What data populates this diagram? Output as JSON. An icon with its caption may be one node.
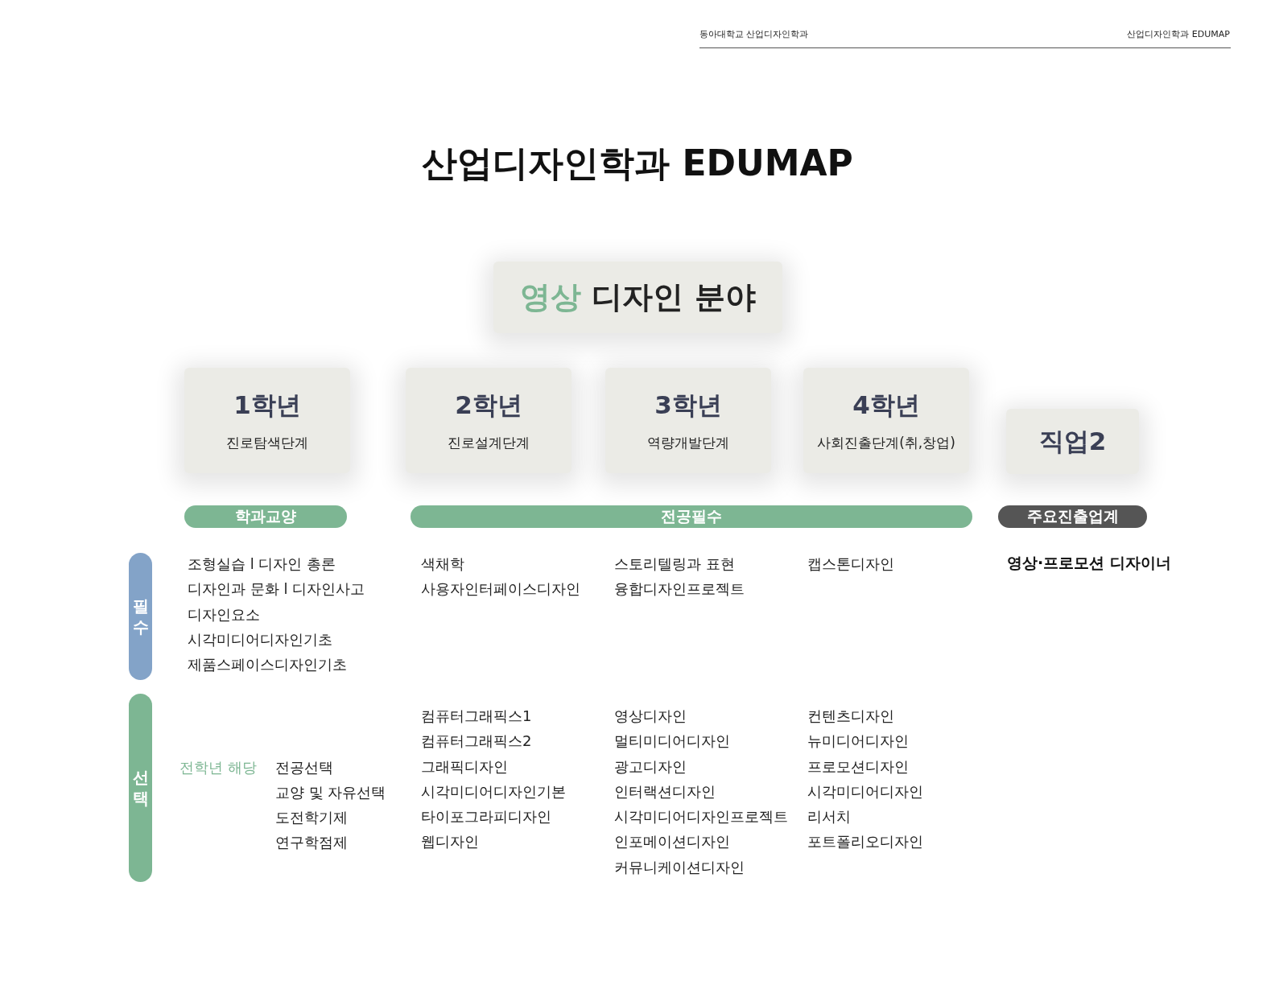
{
  "diagram": {
    "title": "산업디자인학과 EDUMAP",
    "nodes": [
      {
        "text": [
          "영상 디자인 분야"
        ]
      },
      {
        "text": [
          "1학년",
          "진로탐색단계"
        ]
      },
      {
        "text": [
          "2학년",
          "진로설계단계"
        ]
      },
      {
        "text": [
          "3학년",
          "역량개발단계"
        ]
      },
      {
        "text": [
          "4학년",
          "사회진출단계(취,창업)"
        ]
      },
      {
        "text": [
          "직업2"
        ]
      },
      {
        "text": [
          "학과교양"
        ]
      },
      {
        "text": [
          "전공필수"
        ]
      },
      {
        "text": [
          "주요진출업계"
        ]
      },
      {
        "text": [
          "필수"
        ]
      },
      {
        "text": [
          "선택"
        ]
      }
    ],
    "edges": [],
    "labels": [
      "동아대학교 산업디자인학과",
      "산업디자인학과 EDUMAP",
      "조형실습 l 디자인 총론",
      "디자인과 문화 l 디자인사고",
      "디자인요소",
      "시각미디어디자인기초",
      "제품스페이스디자인기초",
      "색채학",
      "사용자인터페이스디자인",
      "스토리텔링과 표현",
      "융합디자인프로젝트",
      "캡스톤디자인",
      "영상·프로모션 디자이너",
      "전학년 해당",
      "전공선택",
      "교양 및 자유선택",
      "도전학기제",
      "연구학점제",
      "컴퓨터그래픽스1",
      "컴퓨터그래픽스2",
      "그래픽디자인",
      "시각미디어디자인기본",
      "타이포그라피디자인",
      "웹디자인",
      "영상디자인",
      "멀티미디어디자인",
      "광고디자인",
      "인터랙션디자인",
      "시각미디어디자인프로젝트",
      "인포메이션디자인",
      "커뮤니케이션디자인",
      "컨텐츠디자인",
      "뉴미디어디자인",
      "프로모션디자인",
      "시각미디어디자인",
      "리서치",
      "포트폴리오디자인"
    ]
  }
}
